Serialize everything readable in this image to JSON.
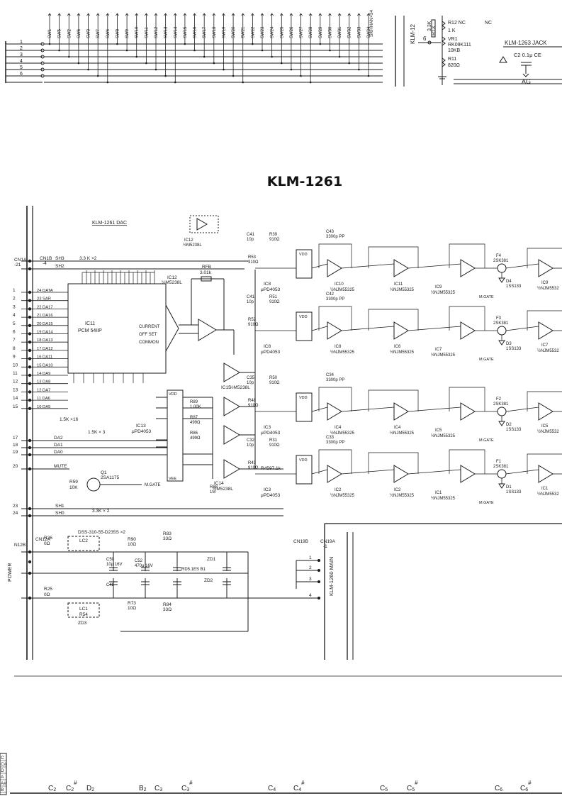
{
  "title": "KLM-1261",
  "top_strip": {
    "switches": [
      "SW1",
      "SW5",
      "SW2",
      "SW6",
      "SW3",
      "SW7",
      "SW4",
      "SW8",
      "SW9",
      "SW10",
      "SW11",
      "SW12",
      "SW13",
      "SW14",
      "SW15",
      "SW16",
      "SW17",
      "SW18",
      "SW19",
      "SW20",
      "SW21",
      "SW22",
      "SW23",
      "SW24",
      "SW25",
      "SW26",
      "SW27",
      "SW28",
      "SW29",
      "SW30",
      "SW31",
      "SW32",
      "SW33",
      "SW34"
    ],
    "skhhan": "SKHHAN×34",
    "pins": [
      "1",
      "2",
      "3",
      "4",
      "5",
      "6"
    ],
    "klm12": "KLM-12",
    "pin6": "6",
    "r12": "R12  NC",
    "nc": "NC",
    "r12v": "1 K",
    "r13": "R13",
    "r13v": "3.3K",
    "vr1": "VR1",
    "vr1a": "RK09K111",
    "vr1b": "10KB",
    "r11": "R11",
    "r11v": "820Ω",
    "jack": "KLM-1263  JACK",
    "c2": "C2  0.1μ CE",
    "ag": "AG"
  },
  "dac": {
    "label": "KLM-1261  DAC",
    "cn1a": "CN1A",
    "cn1a_pin": "-21",
    "cn1b": "CN1B",
    "cn1b_pin": "-4",
    "inputs": [
      "24 DATA",
      "23 SAR",
      "22 DA17",
      "21 DA16",
      "20 DA15",
      "19 DA14",
      "18 DA13",
      "17 DA12",
      "16 DA11",
      "15 DA10",
      "14 DA9",
      "13 DA8",
      "12 DA7",
      "11 DA6",
      "10 DA5"
    ],
    "sh3": "SH3",
    "sh2": "SH2",
    "r3k3": "3.3 K ×2",
    "r1k5": "1.5K ×16",
    "ic11": "IC11",
    "ic11_part": "PCM 54IIP",
    "current": "CURRENT",
    "offset": "OFF SET",
    "common": "COMMON",
    "ic12": "IC12",
    "ic12_part": "½M5238L",
    "ic12_top": "IC12",
    "ic12_top_part": "½M5238L",
    "rfb": "RFB",
    "rfb_v": "3.01k",
    "ic13": "IC13",
    "ic13_part": "μPD4053",
    "ic14": "IC14",
    "ic14_part": "½M5238L",
    "ic15": "IC15",
    "ic15_part": "½M5238L",
    "da2": "DA2",
    "da1": "DA1",
    "da0": "DA0",
    "mute": "MUTE",
    "q1": "Q1",
    "q1_part": "2SA1175",
    "r59": "R59",
    "r59v": "10K",
    "mgate": "M.GATE",
    "sh1": "SH1",
    "sh0": "SH0",
    "r1k5x3": "1.5K × 3",
    "r3k3x2": "3.3K × 2",
    "r89": "R89",
    "r89v": "1.00K",
    "r87": "R87",
    "r87v": "499Ω",
    "r86": "R86",
    "r86v": "499Ω",
    "r88": "R88",
    "r88v": "1M",
    "r45": "R45",
    "r45v": "97.1k"
  },
  "channels": [
    {
      "ic8": "IC8",
      "ic8_part": "μPD4053",
      "ic10": "IC10",
      "ic10_part": "½NJM55325",
      "ic11b": "IC11",
      "ic11b_part": "½NJM55325",
      "ic9": "IC9",
      "ic9_part": "½NJM55325",
      "out": "IC9",
      "out_part": "½NJM5532",
      "r1": "R53",
      "r1v": "910Ω",
      "r2": "R39",
      "r2v": "910Ω",
      "c1": "C41",
      "c1v": "10p",
      "c2": "C43",
      "c2v": "3300p PP",
      "f": "F4",
      "f_part": "2SK381",
      "d": "D4",
      "d_part": "1SS133"
    },
    {
      "ic8": "IC8",
      "ic8_part": "μPD4053",
      "ic10": "IC8",
      "ic10_part": "½NJM55325",
      "ic11b": "IC6",
      "ic11b_part": "½NJM55325",
      "ic9": "IC7",
      "ic9_part": "½NJM55325",
      "out": "IC7",
      "out_part": "½NJM5532",
      "r1": "R52",
      "r1v": "910Ω",
      "r2": "R51",
      "r2v": "910Ω",
      "c1": "C41",
      "c1v": "10p",
      "c2": "C42",
      "c2v": "3300p PP",
      "f": "F3",
      "f_part": "2SK381",
      "d": "D3",
      "d_part": "1SS133"
    },
    {
      "ic8": "IC3",
      "ic8_part": "μPD4053",
      "ic10": "IC4",
      "ic10_part": "½NJM55325",
      "ic11b": "IC4",
      "ic11b_part": "½NJM55325",
      "ic9": "IC5",
      "ic9_part": "½NJM55325",
      "out": "IC5",
      "out_part": "½NJM5532",
      "r1": "R48",
      "r1v": "910Ω",
      "r2": "R50",
      "r2v": "910Ω",
      "c1": "C35",
      "c1v": "10p",
      "c2": "C34",
      "c2v": "3300p PP",
      "f": "F2",
      "f_part": "2SK381",
      "d": "D2",
      "d_part": "1SS133"
    },
    {
      "ic8": "IC3",
      "ic8_part": "μPD4053",
      "ic10": "IC2",
      "ic10_part": "½NJM55325",
      "ic11b": "IC2",
      "ic11b_part": "½NJM55325",
      "ic9": "IC1",
      "ic9_part": "½NJM55325",
      "out": "IC1",
      "out_part": "½NJM5532",
      "r1": "R43",
      "r1v": "910Ω",
      "r2": "R31",
      "r2v": "910Ω",
      "c1": "C32",
      "c1v": "10p",
      "c2": "C33",
      "c2v": "3300p PP",
      "f": "F1",
      "f_part": "2SK381",
      "d": "D1",
      "d_part": "1SS133"
    }
  ],
  "ic12_small": "IC12",
  "ic12_small_part": "½M5238L",
  "power": {
    "cn12a": "CN12A",
    "cn12b": "N12B",
    "power_label": "POWER",
    "dss": "DSS-310-55-D235S ×2",
    "lc1": "LC1",
    "lc2": "LC2",
    "r90": "R90",
    "r90v": "10Ω",
    "r83": "R83",
    "r83v": "33Ω",
    "r84": "R84",
    "r84v": "33Ω",
    "r73": "R73",
    "r73v": "10Ω",
    "r54": "R54",
    "zd1": "ZD1",
    "zd2": "ZD2",
    "zd3": "ZD3",
    "zd_part": "RD5.1ES B1",
    "c50": "C50",
    "c48": "C48",
    "c50v": "10μ 16V",
    "c52": "C52",
    "c52v": "470μ 16V",
    "r26": "R26",
    "r26v": "0Ω",
    "r25": "R25",
    "r25v": "0Ω"
  },
  "main_conn": {
    "cn19b": "CN19B",
    "cn19a": "CN19A",
    "cn19a_pin": "-1",
    "label": "KLM-1260  MAIN",
    "pins": [
      "1",
      "2",
      "3",
      "4"
    ]
  },
  "bottom_notes": [
    "C2",
    "C2#",
    "D2",
    "B2",
    "C3",
    "C3#",
    "C4",
    "C4#",
    "C5",
    "C5#",
    "C6",
    "C6#"
  ],
  "legend": [
    "C",
    "C#",
    "D",
    "A",
    "A#",
    "B"
  ]
}
